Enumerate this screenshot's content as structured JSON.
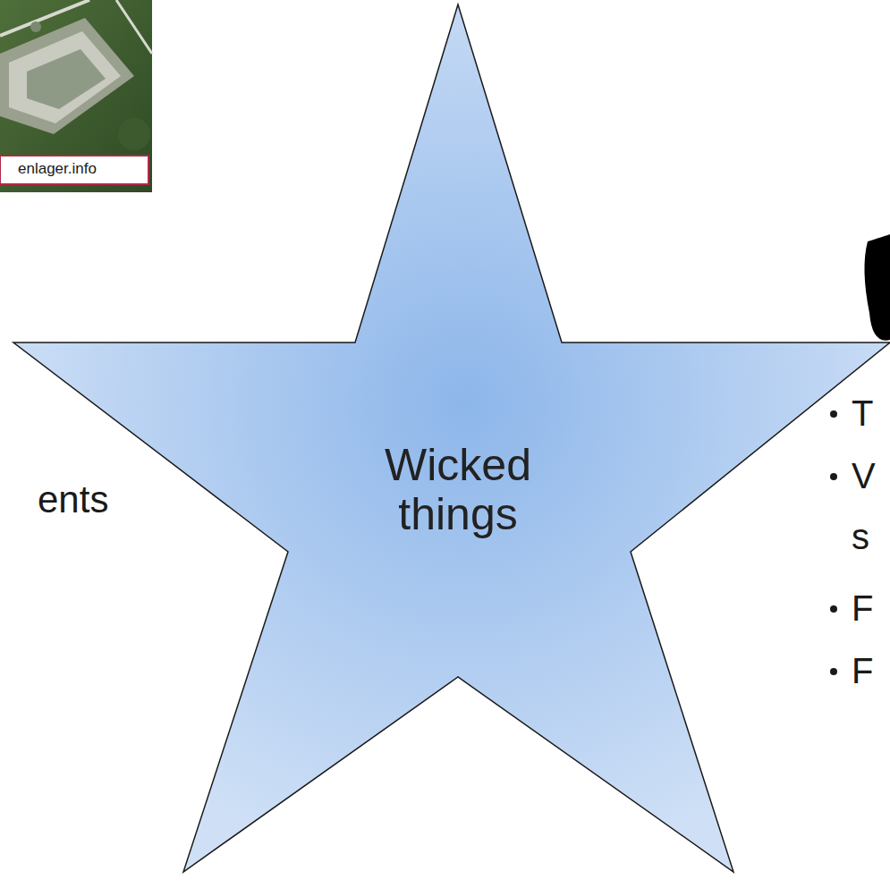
{
  "diagram": {
    "nodes": [
      {
        "text": [
          "Wicked things"
        ]
      }
    ],
    "labels": [
      "enlager.info",
      "ents",
      "T",
      "V",
      "s",
      "F",
      "F"
    ]
  }
}
